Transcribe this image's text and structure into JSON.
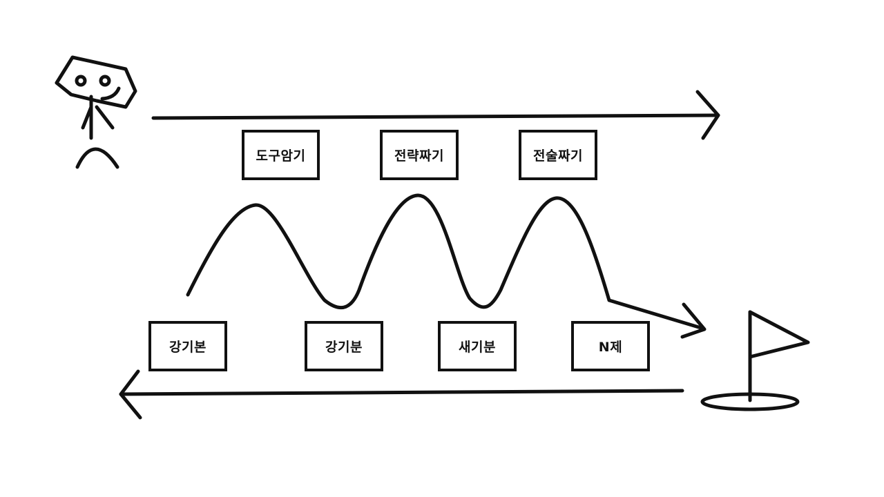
{
  "top_steps": [
    {
      "label": "도구암기"
    },
    {
      "label": "전략짜기"
    },
    {
      "label": "전술짜기"
    }
  ],
  "bottom_steps": [
    {
      "label": "강기본"
    },
    {
      "label": "강기분"
    },
    {
      "label": "새기분"
    },
    {
      "label": "N제"
    }
  ],
  "colors": {
    "stroke": "#111111",
    "background": "#ffffff"
  }
}
